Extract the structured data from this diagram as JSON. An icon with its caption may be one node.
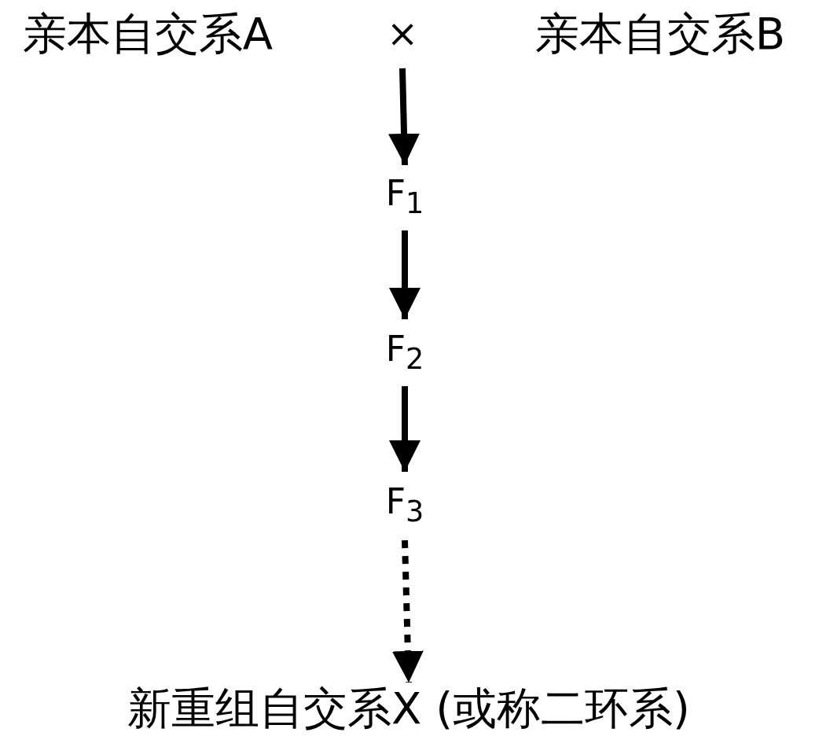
{
  "diagram": {
    "nodes": [
      {
        "text": [
          "亲本自交系A"
        ]
      },
      {
        "text": [
          "×"
        ]
      },
      {
        "text": [
          "亲本自交系B"
        ]
      },
      {
        "text": [
          "F$_{1}$"
        ]
      },
      {
        "text": [
          "F$_{2}$"
        ]
      },
      {
        "text": [
          "F$_{3}$"
        ]
      },
      {
        "text": [
          "新重组自交系X (或称二环系)"
        ]
      }
    ],
    "edges": [
      {
        "from": 1,
        "to": 3,
        "arrow": "to"
      },
      {
        "from": 3,
        "to": 4,
        "arrow": "to"
      },
      {
        "from": 4,
        "to": 5,
        "arrow": "to"
      },
      {
        "from": 5,
        "to": 6,
        "arrow": "to",
        "style": "dashed"
      }
    ]
  }
}
